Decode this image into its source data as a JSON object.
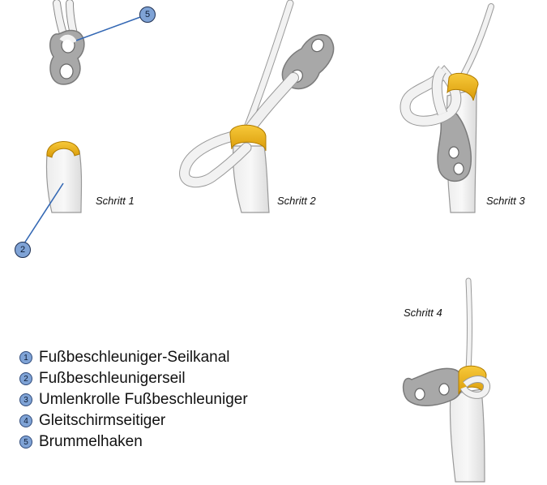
{
  "steps": [
    {
      "label": "Schritt 1"
    },
    {
      "label": "Schritt 2"
    },
    {
      "label": "Schritt 3"
    },
    {
      "label": "Schritt 4"
    }
  ],
  "callouts": [
    {
      "number": "5"
    },
    {
      "number": "2"
    }
  ],
  "legend": [
    {
      "number": "1",
      "text": "Fußbeschleuniger-Seilkanal"
    },
    {
      "number": "2",
      "text": "Fußbeschleunigerseil"
    },
    {
      "number": "3",
      "text": "Umlenkrolle Fußbeschleuniger"
    },
    {
      "number": "4",
      "text": "Gleitschirmseitiger"
    },
    {
      "number": "5",
      "text": "Brummelhaken"
    }
  ],
  "colors": {
    "ring": "#f0b418",
    "hook": "#a9a9a9",
    "rope": "#f2f2f2",
    "badge": "#7fa3d6",
    "leader": "#3468b4"
  }
}
